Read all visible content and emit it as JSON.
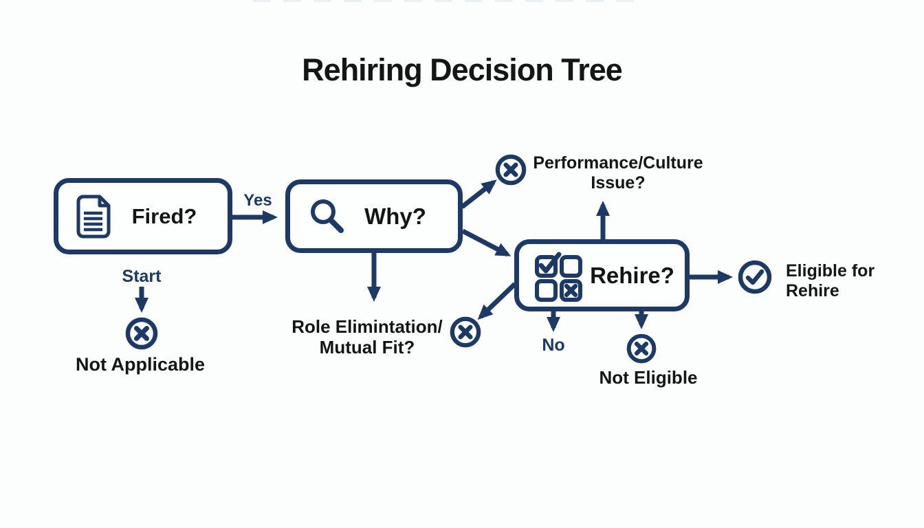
{
  "title": "Rehiring Decision Tree",
  "colors": {
    "navy": "#1d3a66",
    "text": "#151515",
    "background": "#fcfdfd"
  },
  "nodes": {
    "fired": {
      "label": "Fired?",
      "icon": "document-icon"
    },
    "why": {
      "label": "Why?",
      "icon": "search-icon"
    },
    "rehire": {
      "label": "Rehire?",
      "icon": "checkbox-grid-icon"
    }
  },
  "edge_labels": {
    "yes": "Yes",
    "no": "No",
    "start": "Start"
  },
  "outcomes": {
    "not_applicable": {
      "label": "Not Applicable",
      "icon": "x-circle-icon"
    },
    "performance_culture": {
      "lines": [
        "Performance/Culture",
        "Issue?"
      ],
      "icon": "x-circle-icon"
    },
    "role_elimination": {
      "lines": [
        "Role Elimintation/",
        "Mutual Fit?"
      ],
      "icon": "arrow-down"
    },
    "unlabeled_rejection": {
      "icon": "x-circle-icon"
    },
    "eligible": {
      "lines": [
        "Eligible for",
        "Rehire"
      ],
      "icon": "check-circle-icon"
    },
    "not_eligible": {
      "label": "Not Eligible",
      "icon": "x-circle-icon"
    }
  }
}
